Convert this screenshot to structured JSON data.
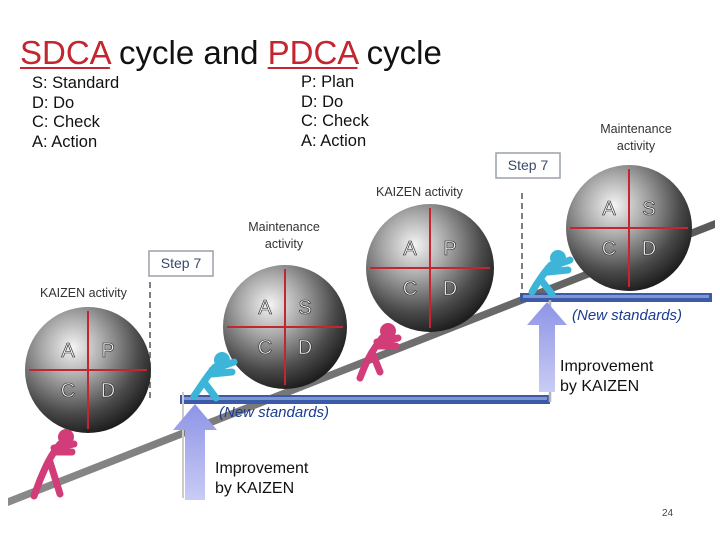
{
  "title": {
    "part1": "SDCA",
    "part2": " cycle and ",
    "part3": "PDCA",
    "part4": " cycle"
  },
  "sdca_legend": [
    "S: Standard",
    "D: Do",
    "C: Check",
    "A: Action"
  ],
  "pdca_legend": [
    "P: Plan",
    "D: Do",
    "C: Check",
    "A: Action"
  ],
  "labels": {
    "maintenance_activity_top": "Maintenance\nactivity",
    "step7_top": "Step 7",
    "kaizen_activity_mid": "KAIZEN activity",
    "maintenance_activity_mid": "Maintenance\nactivity",
    "step7_mid": "Step 7",
    "kaizen_activity_left": "KAIZEN activity",
    "new_standards_right": "(New standards)",
    "improvement_right": "Improvement\nby KAIZEN",
    "new_standards_mid": "(New standards)",
    "improvement_mid": "Improvement\nby KAIZEN"
  },
  "cycles": [
    {
      "name": "pdca-ball-left",
      "letters": [
        "A",
        "P",
        "C",
        "D"
      ]
    },
    {
      "name": "sdca-ball-mid",
      "letters": [
        "A",
        "S",
        "C",
        "D"
      ]
    },
    {
      "name": "pdca-ball-mid",
      "letters": [
        "A",
        "P",
        "C",
        "D"
      ]
    },
    {
      "name": "sdca-ball-top",
      "letters": [
        "A",
        "S",
        "C",
        "D"
      ]
    }
  ],
  "page_number": "24",
  "colors": {
    "accent_red": "#c3262e",
    "platform_blue": "#3b5ba8",
    "arrow_purple": "#9aa2e8",
    "step_box": "#9aa0aa"
  }
}
